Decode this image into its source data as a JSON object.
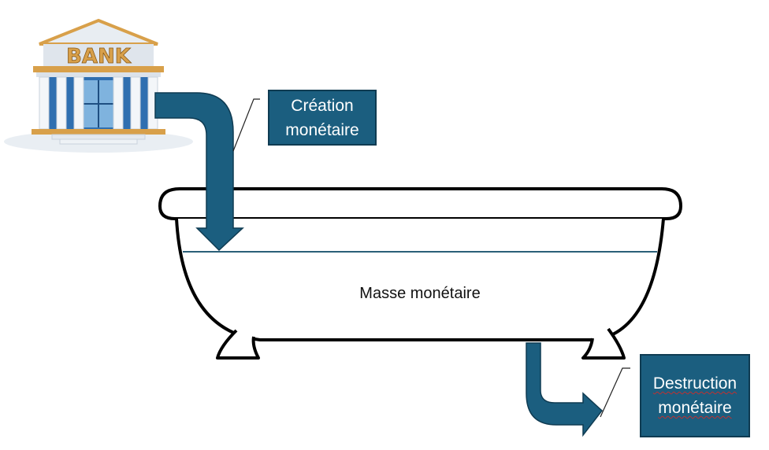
{
  "diagram": {
    "bank": {
      "sign": "BANK",
      "icon": "bank-building-icon"
    },
    "labels": {
      "creation": [
        "Création",
        "monétaire"
      ],
      "destruction": [
        "Destruction",
        "monétaire"
      ],
      "stock": "Masse monétaire"
    },
    "colors": {
      "arrow": "#1b5e7f",
      "box_fill": "#1b5e7f",
      "box_border": "#0f3b52",
      "water_line": "#2a5f78",
      "outline": "#000000",
      "bank_roof_trim": "#d8a04a",
      "bank_glass": "#2f6fb0"
    }
  }
}
